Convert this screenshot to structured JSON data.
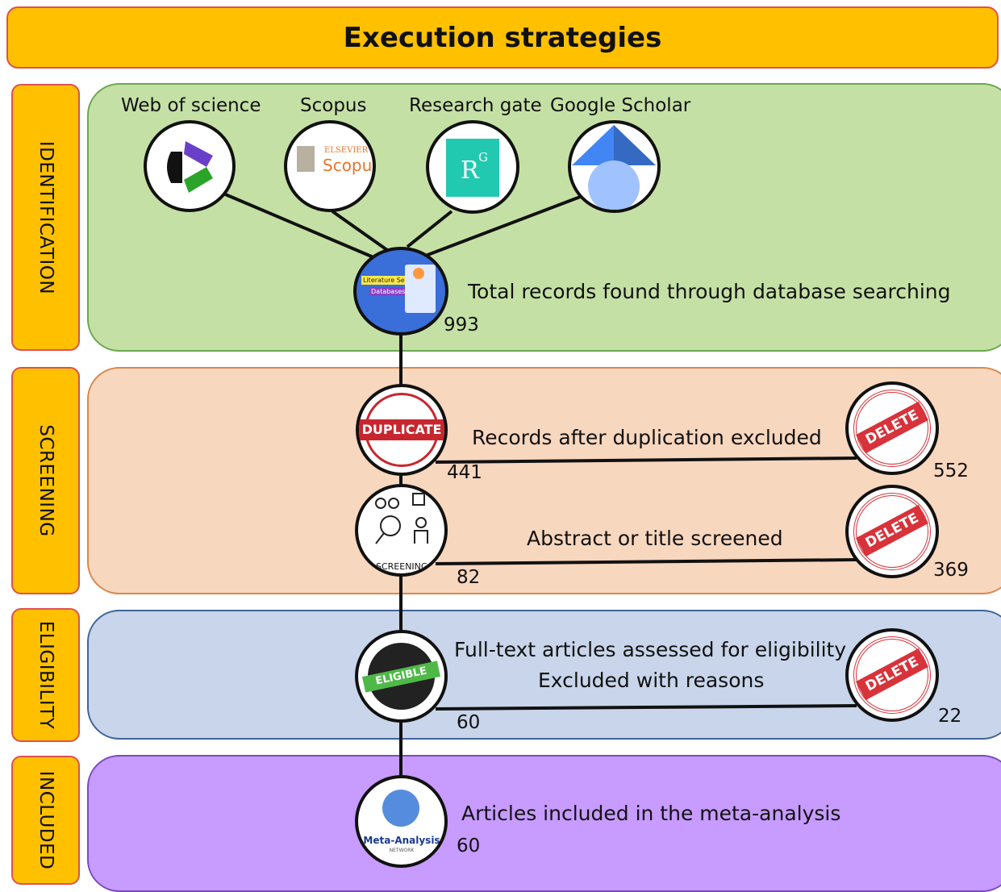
{
  "title": "Execution strategies",
  "stages": {
    "identification": "IDENTIFICATION",
    "screening": "SCREENING",
    "eligibility": "ELIGIBILITY",
    "included": "INCLUDED"
  },
  "sources": [
    {
      "label": "Web of science",
      "icon": "web-of-science-logo"
    },
    {
      "label": "Scopus",
      "icon": "scopus-logo",
      "logo_small": "ELSEVIER",
      "logo_text": "Scopus"
    },
    {
      "label": "Research gate",
      "icon": "researchgate-logo",
      "logo_text": "R",
      "logo_sup": "G"
    },
    {
      "label": "Google Scholar",
      "icon": "google-scholar-logo"
    }
  ],
  "steps": {
    "total": {
      "label": "Total records found through database searching",
      "count": "993",
      "badge_line1": "Literature Search",
      "badge_line2": "Databases"
    },
    "dedup": {
      "label": "Records after duplication excluded",
      "count": "441",
      "excluded": "552",
      "badge": "DUPLICATE"
    },
    "abstract": {
      "label": "Abstract or title screened",
      "count": "82",
      "excluded": "369",
      "badge": "SCREENING"
    },
    "fulltext": {
      "label_line1": "Full-text articles assessed for eligibility",
      "label_line2": "Excluded with reasons",
      "count": "60",
      "excluded": "22",
      "badge": "ELIGIBLE"
    },
    "included": {
      "label": "Articles included in the meta-analysis",
      "count": "60",
      "badge": "Meta-Analysis",
      "badge_sub": "NETWORK"
    }
  },
  "delete_stamp": "DELETE",
  "colors": {
    "header": "#ffc000",
    "identification": "#c5e0a5",
    "screening": "#f8d7bf",
    "eligibility": "#c8d5ea",
    "included": "#c79bff",
    "stamp_red": "#d8323a"
  }
}
